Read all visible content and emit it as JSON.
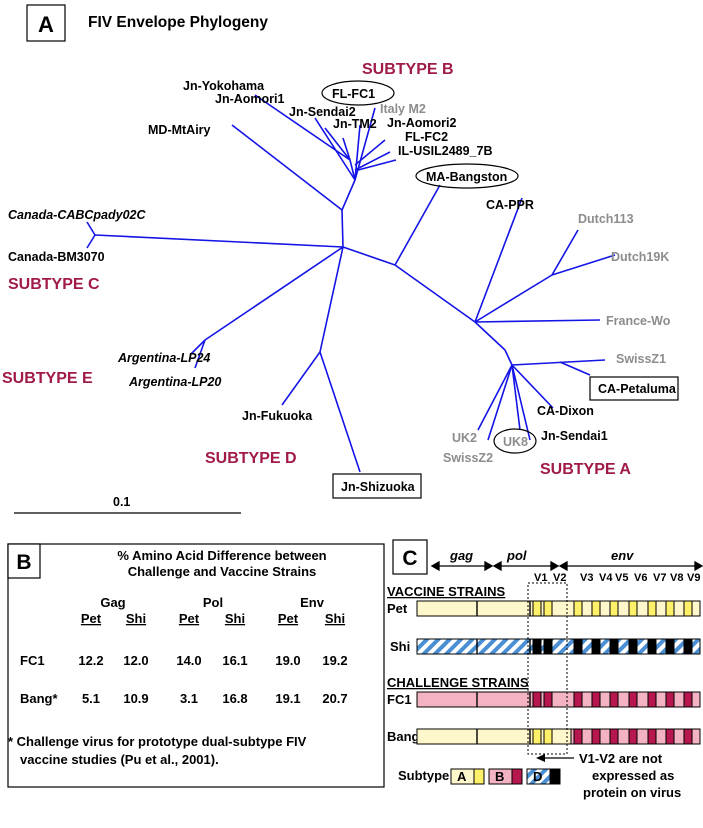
{
  "panel_a": {
    "letter": "A",
    "title": "FIV Envelope Phylogeny",
    "scale_label": "0.1",
    "subtypes": {
      "b": "SUBTYPE B",
      "c": "SUBTYPE C",
      "e": "SUBTYPE E",
      "d": "SUBTYPE D",
      "a": "SUBTYPE A"
    },
    "taxa": {
      "jn_yokohama": "Jn-Yokohama",
      "jn_aomori1": "Jn-Aomori1",
      "fl_fc1": "FL-FC1",
      "jn_sendai2": "Jn-Sendai2",
      "italy_m2": "Italy M2",
      "jn_tm2": "Jn-TM2",
      "jn_aomori2": "Jn-Aomori2",
      "fl_fc2": "FL-FC2",
      "il_usil": "IL-USIL2489_7B",
      "md_mtairy": "MD-MtAiry",
      "ma_bangston": "MA-Bangston",
      "ca_ppr": "CA-PPR",
      "dutch113": "Dutch113",
      "dutch19k": "Dutch19K",
      "canada_cabc": "Canada-CABCpady02C",
      "canada_bm": "Canada-BM3070",
      "france_wo": "France-Wo",
      "swissz1": "SwissZ1",
      "ca_petaluma": "CA-Petaluma",
      "argentina_lp24": "Argentina-LP24",
      "argentina_lp20": "Argentina-LP20",
      "ca_dixon": "CA-Dixon",
      "jn_fukuoka": "Jn-Fukuoka",
      "uk2": "UK2",
      "uk8": "UK8",
      "jn_sendai1": "Jn-Sendai1",
      "swissz2": "SwissZ2",
      "jn_shizuoka": "Jn-Shizuoka"
    }
  },
  "panel_b": {
    "letter": "B",
    "title_line1": "% Amino Acid Difference between",
    "title_line2": "Challenge and Vaccine Strains",
    "genes": [
      "Gag",
      "Pol",
      "Env"
    ],
    "sub_headers": [
      "Pet",
      "Shi",
      "Pet",
      "Shi",
      "Pet",
      "Shi"
    ],
    "rows": [
      {
        "label": "FC1",
        "values": [
          "12.2",
          "12.0",
          "14.0",
          "16.1",
          "19.0",
          "19.2"
        ]
      },
      {
        "label": "Bang*",
        "values": [
          "5.1",
          "10.9",
          "3.1",
          "16.8",
          "19.1",
          "20.7"
        ]
      }
    ],
    "footnote_line1": "* Challenge virus for prototype dual-subtype FIV",
    "footnote_line2": "vaccine studies (Pu et al., 2001)."
  },
  "panel_c": {
    "letter": "C",
    "genes": {
      "gag": "gag",
      "pol": "pol",
      "env": "env"
    },
    "v_labels": [
      "V1",
      "V2",
      "V3",
      "V4",
      "V5",
      "V6",
      "V7",
      "V8",
      "V9"
    ],
    "vaccine_header": "VACCINE STRAINS",
    "challenge_header": "CHALLENGE STRAINS",
    "strains": {
      "pet": "Pet",
      "shi": "Shi",
      "fc1": "FC1",
      "bang": "Bang*"
    },
    "note_line1": "V1-V2 are not",
    "note_line2": "expressed as",
    "note_line3": "protein on virus",
    "legend_title": "Subtype",
    "legend": [
      "A",
      "B",
      "D"
    ],
    "colors": {
      "a_light": "#fff7cc",
      "a_dark": "#fff06a",
      "b_light": "#f4b3c2",
      "b_dark": "#b5174e",
      "d_hatch": "#4a8fd4",
      "d_dark": "#000000"
    }
  }
}
